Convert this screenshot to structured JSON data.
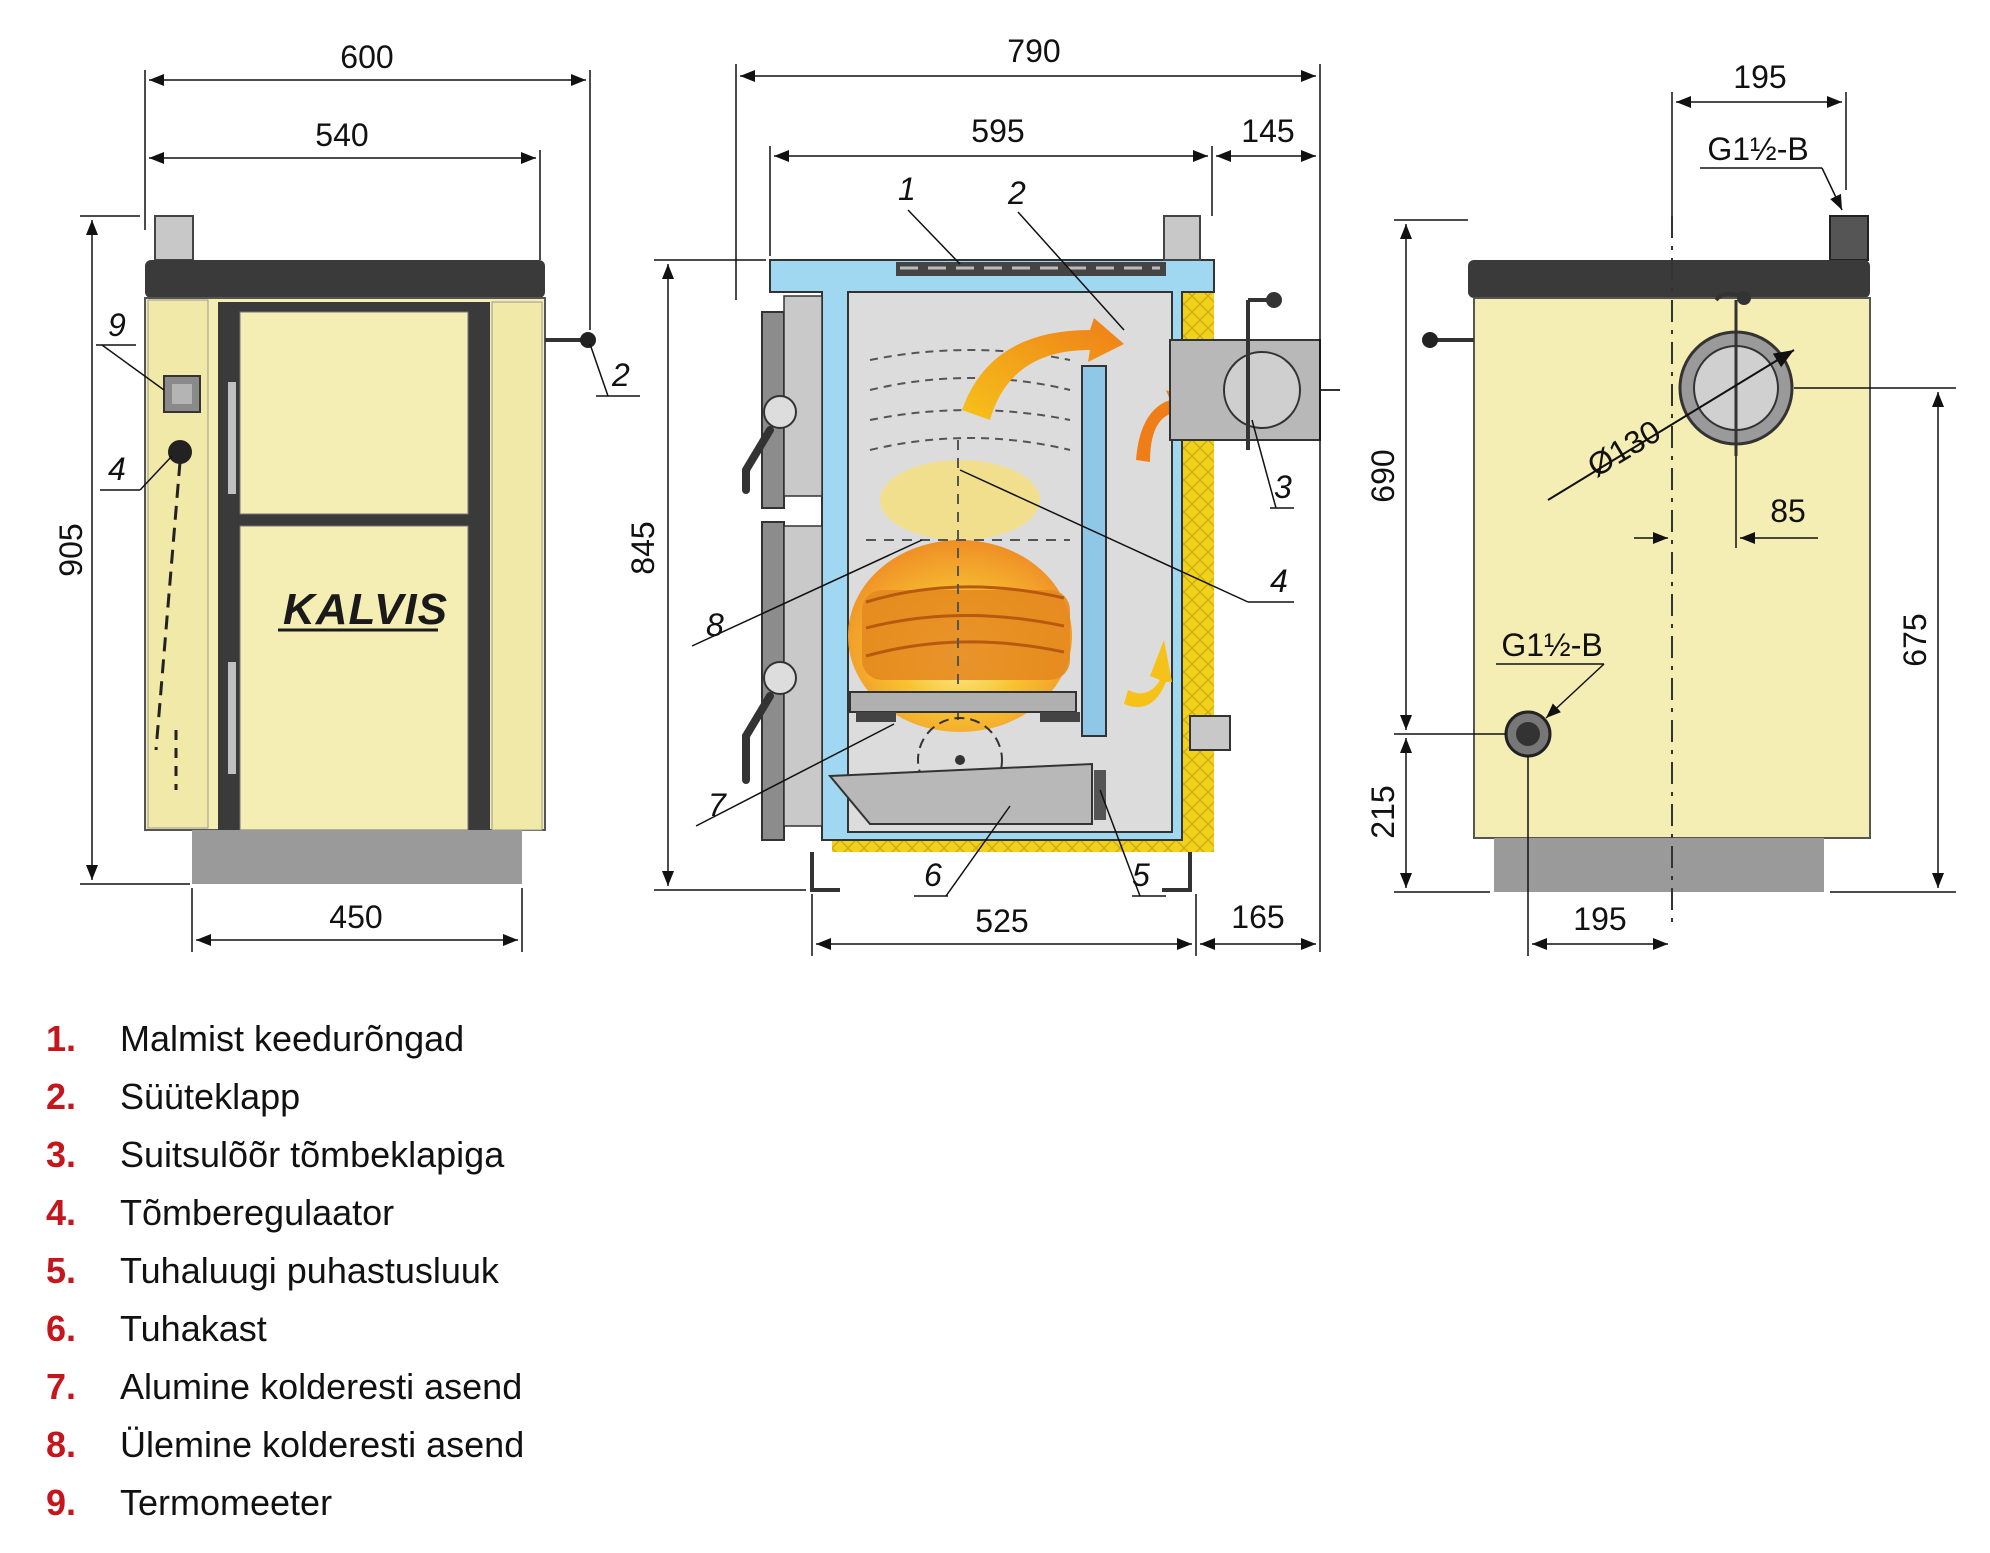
{
  "brand": "KALVIS",
  "dimensions": {
    "front_total_width": "600",
    "front_body_width": "540",
    "front_height": "905",
    "front_base_width": "450",
    "section_total_width": "790",
    "section_body_width": "595",
    "section_flue_offset": "145",
    "section_height": "845",
    "section_base_width": "525",
    "section_flue_depth": "165",
    "side_top_offset": "195",
    "side_top_connection": "G1½-B",
    "side_height_flue": "690",
    "side_flue_diameter": "Ø130",
    "side_flue_offset": "85",
    "side_height_right": "675",
    "side_bottom_connection": "G1½-B",
    "side_bottom_height": "215",
    "side_bottom_offset": "195"
  },
  "callouts": [
    "1",
    "2",
    "3",
    "4",
    "5",
    "6",
    "7",
    "8",
    "9"
  ],
  "legend": [
    {
      "num": "1.",
      "text": "Malmist keedurõngad"
    },
    {
      "num": "2.",
      "text": "Süüteklapp"
    },
    {
      "num": "3.",
      "text": "Suitsulõõr tõmbeklapiga"
    },
    {
      "num": "4.",
      "text": "Tõmberegulaator"
    },
    {
      "num": "5.",
      "text": "Tuhaluugi puhastusluuk"
    },
    {
      "num": "6.",
      "text": "Tuhakast"
    },
    {
      "num": "7.",
      "text": "Alumine kolderesti asend"
    },
    {
      "num": "8.",
      "text": "Ülemine kolderesti asend"
    },
    {
      "num": "9.",
      "text": "Termomeeter"
    }
  ],
  "colors": {
    "body": "#f5eeb4",
    "dark": "#3a3a3a",
    "base": "#9a9a9a",
    "insulation": "#f0d21c",
    "water_jacket": "#9fd8f0",
    "flame": "#f7a21a",
    "legend_number": "#c4161c"
  }
}
